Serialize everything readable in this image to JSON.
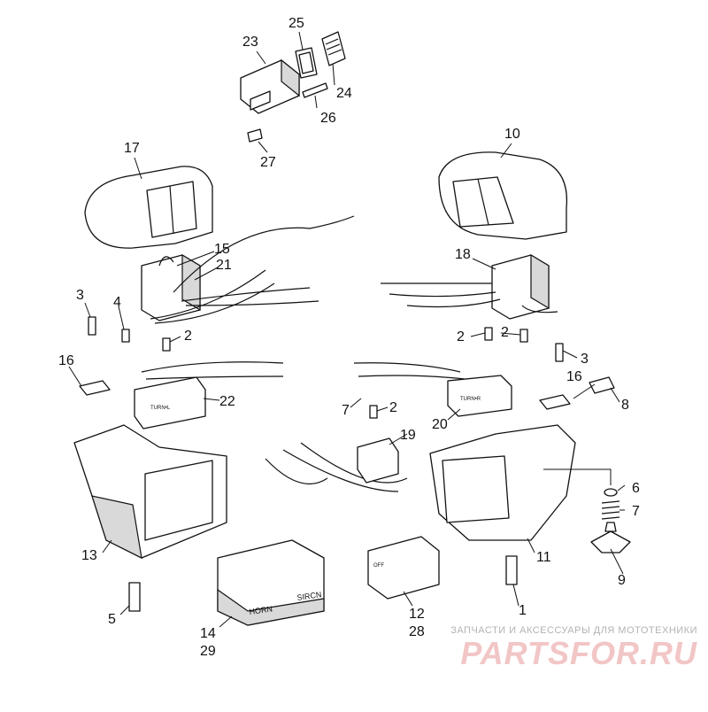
{
  "callouts": [
    "1",
    "2",
    "3",
    "4",
    "5",
    "6",
    "7",
    "8",
    "9",
    "10",
    "11",
    "12",
    "13",
    "14",
    "15",
    "16",
    "17",
    "18",
    "19",
    "20",
    "21",
    "22",
    "23",
    "24",
    "25",
    "26",
    "27",
    "28",
    "29"
  ],
  "printed_labels": {
    "turn_left": "TURN•L",
    "turn_right": "TURN•R",
    "horn": "HORN",
    "siren": "SIRCN",
    "off": "OFF"
  },
  "watermark": {
    "subtitle": "ЗАПЧАСТИ И АКСЕССУАРЫ ДЛЯ МОТОТЕХНИКИ",
    "brand": "PARTSFOR.RU"
  },
  "colors": {
    "line": "#111111",
    "watermark_brand": "#f2c6c6",
    "watermark_text": "#b3b3b3"
  }
}
